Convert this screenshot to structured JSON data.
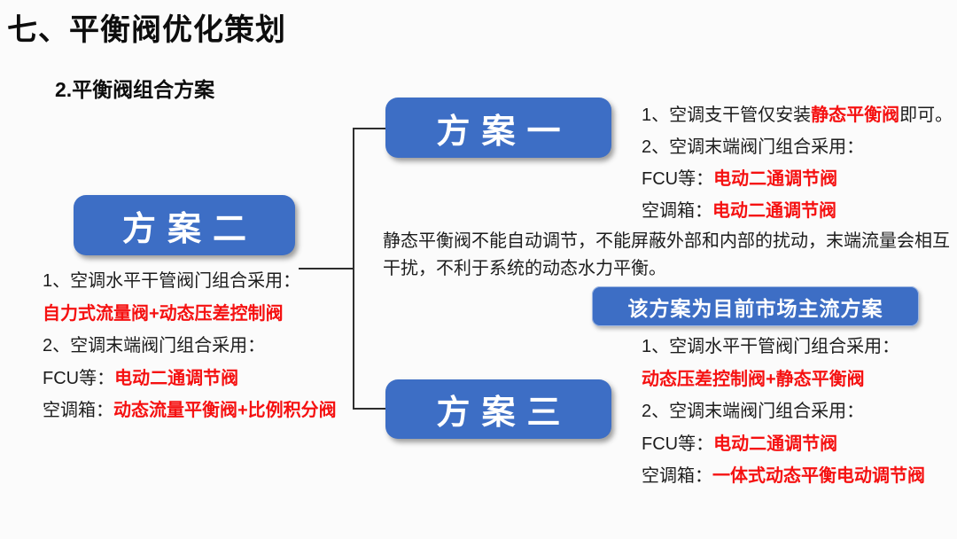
{
  "slide": {
    "title": "七、平衡阀优化策划",
    "subtitle": "2.平衡阀组合方案",
    "colors": {
      "accent_blue": "#3d6ec5",
      "highlight_red": "#f51111",
      "text_black": "#1d1d1d",
      "background": "#fbfbfb"
    }
  },
  "plan_one": {
    "label": "方案一",
    "item1_pre": "1、空调支干管仅安装",
    "item1_highlight": "静态平衡阀",
    "item1_post": "即可。",
    "item2": "2、空调末端阀门组合采用：",
    "fcu_label": "FCU等：",
    "fcu_value": "电动二通调节阀",
    "ahu_label": "空调箱：",
    "ahu_value": "电动二通调节阀"
  },
  "plan_two": {
    "label": "方案二",
    "item1": "1、空调水平干管阀门组合采用：",
    "item1_value": "自力式流量阀+动态压差控制阀",
    "item2": "2、空调末端阀门组合采用：",
    "fcu_label": "FCU等：",
    "fcu_value": "电动二通调节阀",
    "ahu_label": "空调箱：",
    "ahu_value": "动态流量平衡阀+比例积分阀"
  },
  "plan_three": {
    "label": "方案三",
    "item1": "1、空调水平干管阀门组合采用：",
    "item1_value": "动态压差控制阀+静态平衡阀",
    "item2": "2、空调末端阀门组合采用：",
    "fcu_label": "FCU等：",
    "fcu_value": "电动二通调节阀",
    "ahu_label": "空调箱：",
    "ahu_value": "一体式动态平衡电动调节阀"
  },
  "note": "静态平衡阀不能自动调节，不能屏蔽外部和内部的扰动，末端流量会相互干扰，不利于系统的动态水力平衡。",
  "banner": "该方案为目前市场主流方案"
}
